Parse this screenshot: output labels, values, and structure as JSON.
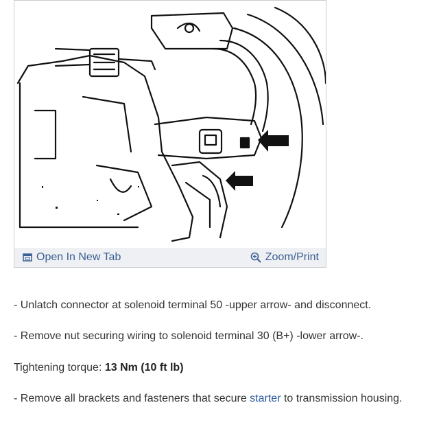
{
  "figure": {
    "toolbar": {
      "open_label": "Open In New Tab",
      "zoom_label": "Zoom/Print",
      "open_icon": "open-in-new-tab-icon",
      "zoom_icon": "magnifier-zoom-icon"
    }
  },
  "instructions": {
    "line1": "- Unlatch connector at solenoid terminal 50 -upper arrow- and disconnect.",
    "line2": "- Remove nut securing wiring to solenoid terminal 30 (B+) -lower arrow-.",
    "torque_label": "Tightening torque: ",
    "torque_value": "13 Nm (10 ft lb)",
    "line4_prefix": "- Remove all brackets and fasteners that secure ",
    "line4_link": "starter",
    "line4_suffix": " to transmission housing."
  },
  "colors": {
    "link": "#2a5aa0",
    "toolbar_bg": "#eef0f3",
    "toolbar_text": "#3a5f93"
  }
}
